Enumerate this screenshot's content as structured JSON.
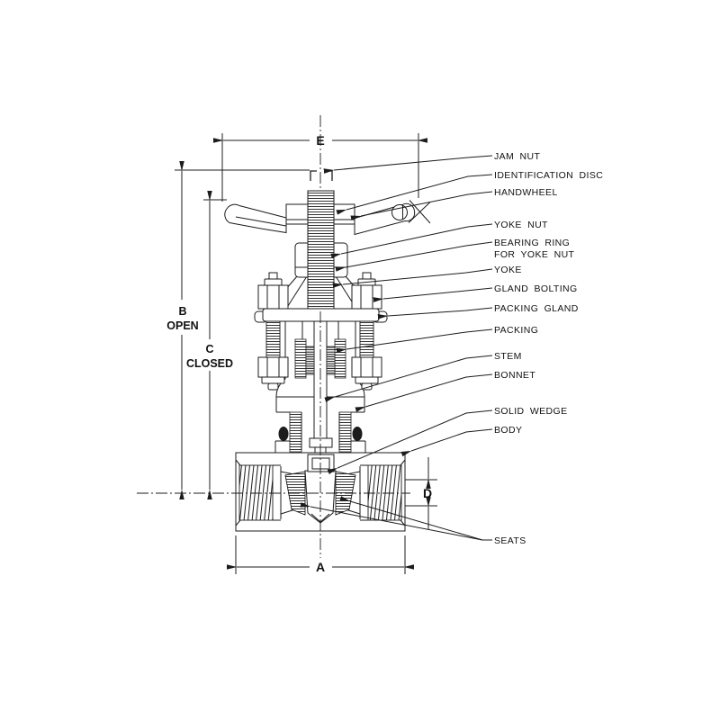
{
  "figure": {
    "type": "technical-diagram",
    "subject": "Globe/gate valve cross-section with part callouts and dimension letters",
    "colors": {
      "line": "#1c1c1c",
      "background": "#ffffff"
    },
    "part_labels": {
      "jam_nut": "JAM NUT",
      "identification_disc": "IDENTIFICATION DISC",
      "handwheel": "HANDWHEEL",
      "yoke_nut": "YOKE NUT",
      "bearing_ring_line1": "BEARING RING",
      "bearing_ring_line2": "FOR YOKE NUT",
      "yoke": "YOKE",
      "gland_bolting": "GLAND BOLTING",
      "packing_gland": "PACKING GLAND",
      "packing": "PACKING",
      "stem": "STEM",
      "bonnet": "BONNET",
      "solid_wedge": "SOLID WEDGE",
      "body": "BODY",
      "seats": "SEATS"
    },
    "dimensions": {
      "e": "E",
      "b": "B",
      "b_sub": "OPEN",
      "c": "C",
      "c_sub": "CLOSED",
      "d": "D",
      "a": "A"
    }
  }
}
